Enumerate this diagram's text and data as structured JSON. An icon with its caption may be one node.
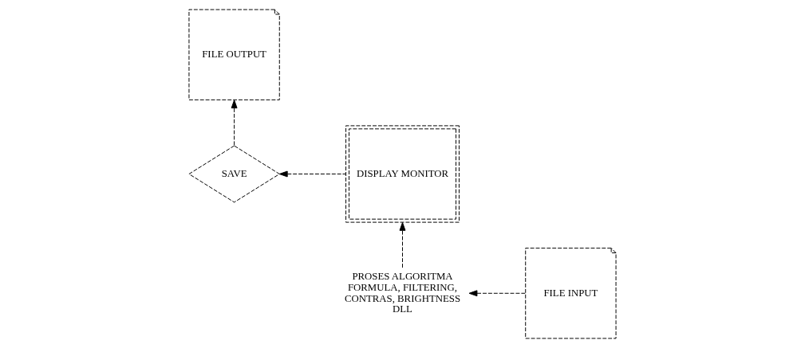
{
  "diagram": {
    "nodes": [
      {
        "text": [
          "FILE OUTPUT"
        ]
      },
      {
        "text": [
          "PROSES ALGORITMA",
          "FORMULA, FILTERING, CONTRAS, BRIGHTNESS DLL"
        ]
      },
      {
        "text": [
          "FILE INPUT"
        ]
      },
      {
        "text": [
          "SAVE"
        ]
      },
      {
        "text": [
          "DISPLAY MONITOR"
        ]
      }
    ],
    "edges": [
      {
        "from": 2,
        "to": 1,
        "arrow": "to",
        "style": "dashed"
      },
      {
        "from": 1,
        "to": 4,
        "arrow": "to",
        "style": "dashed"
      },
      {
        "from": 4,
        "to": 3,
        "arrow": "to",
        "style": "dashed"
      },
      {
        "from": 3,
        "to": 0,
        "arrow": "to",
        "style": "dashed"
      }
    ]
  }
}
